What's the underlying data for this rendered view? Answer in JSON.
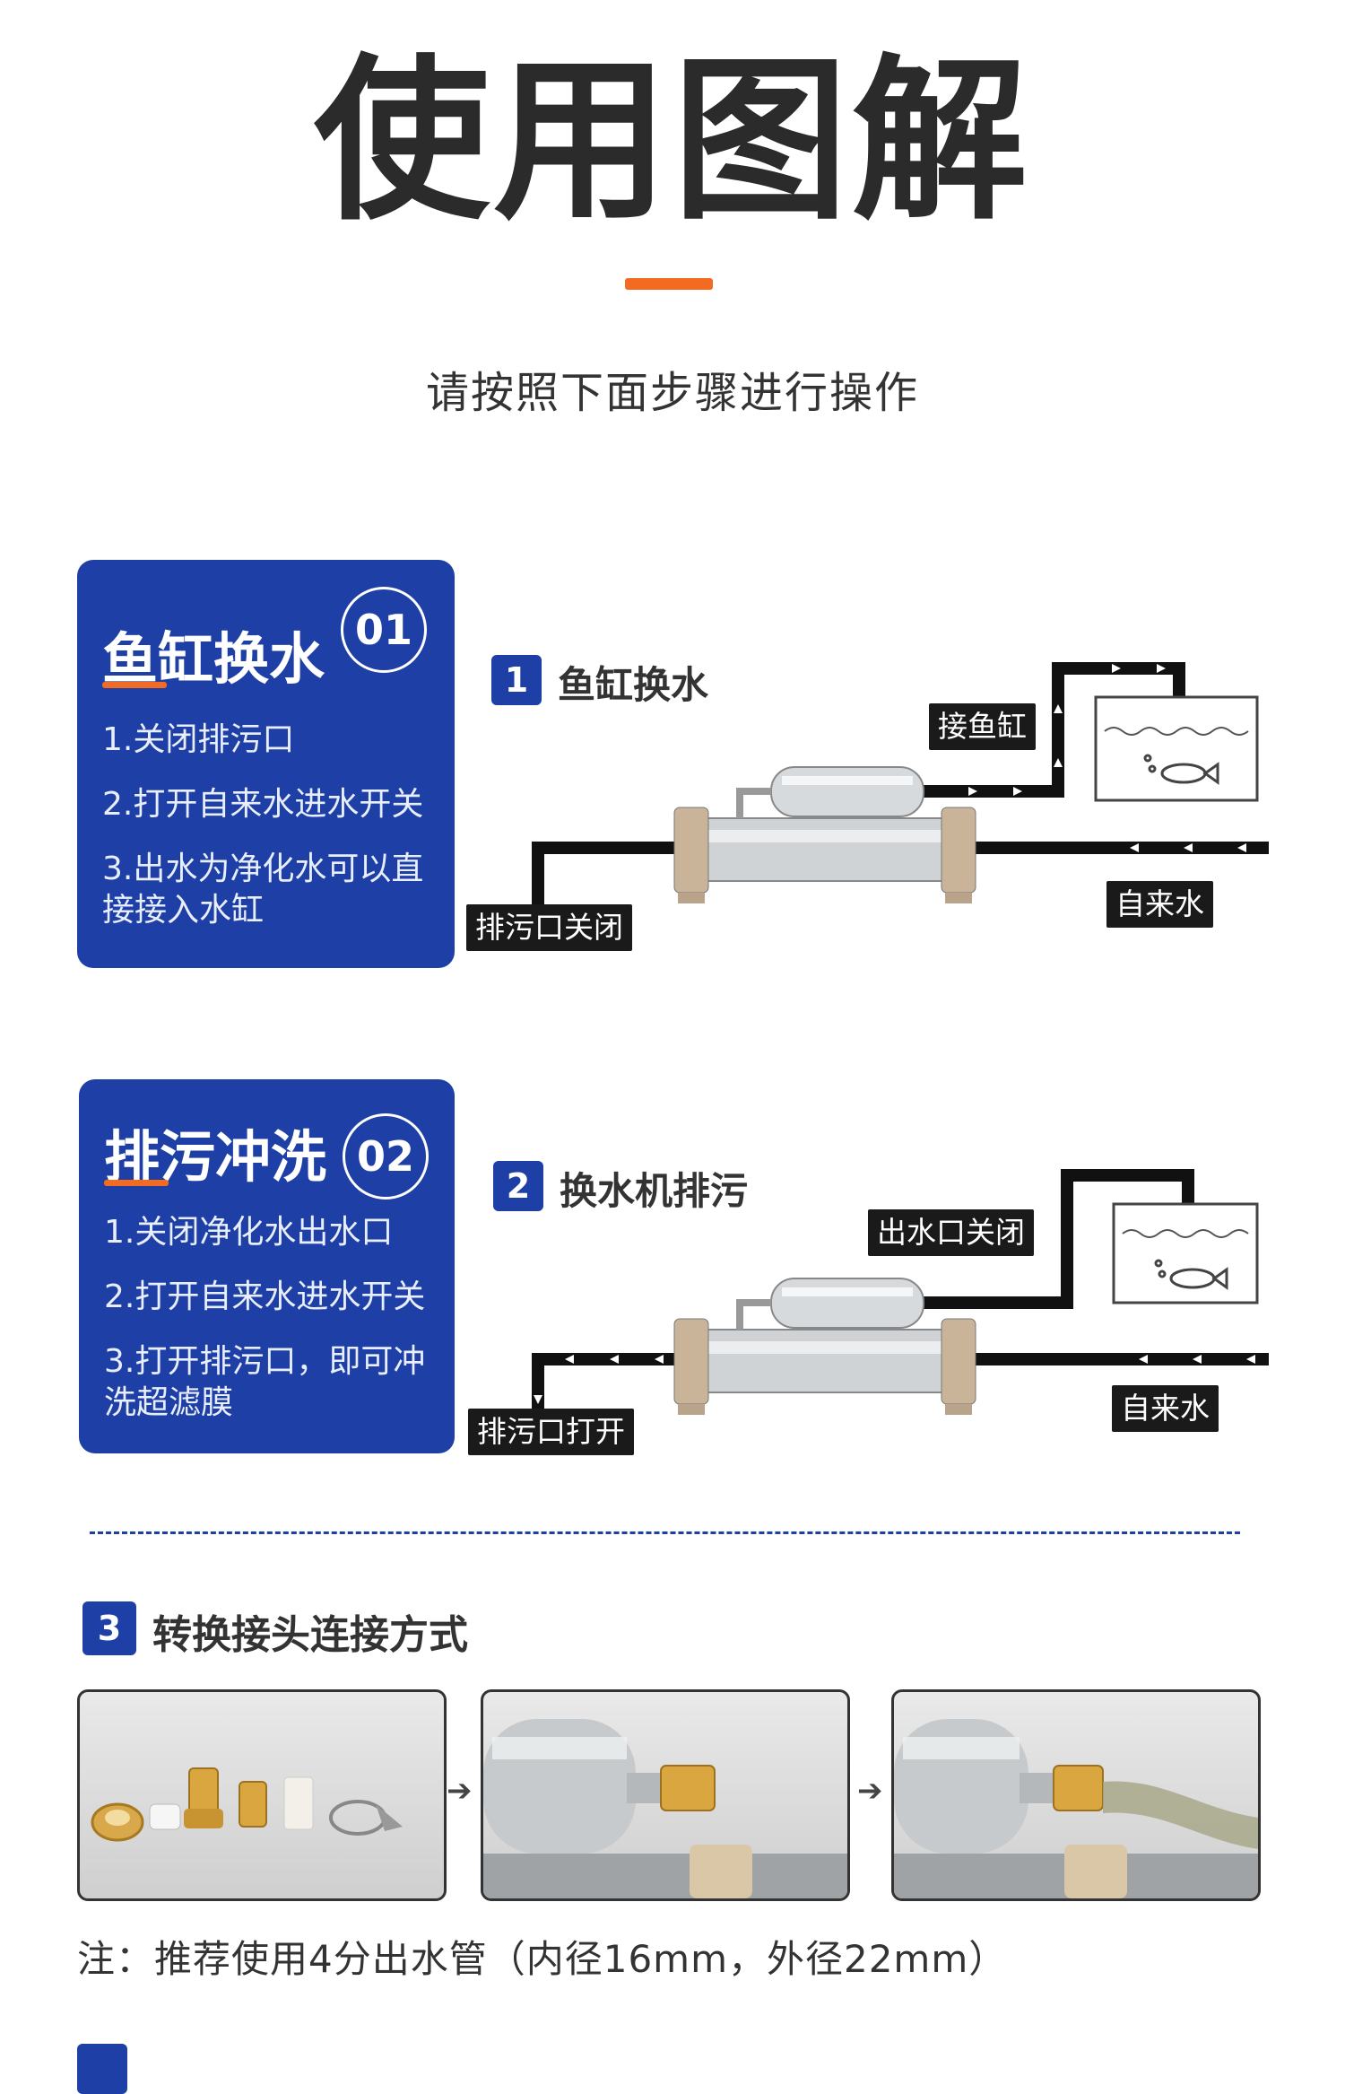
{
  "header": {
    "title": "使用图解",
    "subtitle": "请按照下面步骤进行操作"
  },
  "step1": {
    "card_title": "鱼缸换水",
    "card_number": "01",
    "items": [
      "1.关闭排污口",
      "2.打开自来水进水开关",
      "3.出水为净化水可以直接接入水缸"
    ],
    "badge": "1",
    "diagram_title": "鱼缸换水",
    "label_tank": "接鱼缸",
    "label_drain": "排污口关闭",
    "label_tap": "自来水"
  },
  "step2": {
    "card_title": "排污冲洗",
    "card_number": "02",
    "items": [
      "1.关闭净化水出水口",
      "2.打开自来水进水开关",
      "3.打开排污口，即可冲洗超滤膜"
    ],
    "badge": "2",
    "diagram_title": "换水机排污",
    "label_outlet": "出水口关闭",
    "label_drain": "排污口打开",
    "label_tap": "自来水"
  },
  "step3": {
    "badge": "3",
    "title": "转换接头连接方式",
    "arrow": "➔"
  },
  "note": "注：推荐使用4分出水管（内径16mm，外径22mm）",
  "colors": {
    "primary": "#1d3fa6",
    "accent": "#f36b21"
  }
}
